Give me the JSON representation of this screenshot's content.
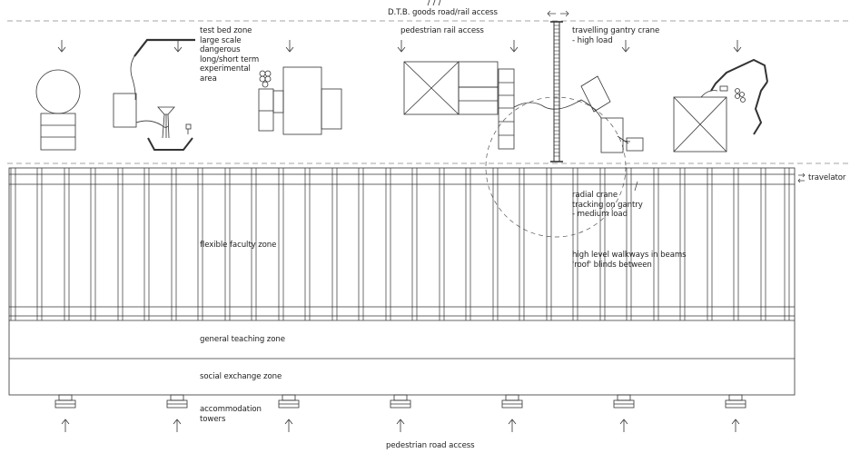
{
  "labels": {
    "dtb_access": "D.T.B. goods road/rail access",
    "test_bed": "test bed zone\nlarge scale\ndangerous\nlong/short term\nexperimental\narea",
    "pedestrian_rail": "pedestrian rail access",
    "gantry_crane": "travelling gantry crane\n- high load",
    "travelator": "travelator",
    "radial_crane": "radial crane\ntracking on gantry\n- medium load",
    "flexible_faculty": "flexible faculty zone",
    "walkways": "high level walkways in beams\n'roof' blinds between",
    "general_teaching": "general teaching zone",
    "social_exchange": "social exchange zone",
    "accommodation": "accommodation\ntowers",
    "pedestrian_road": "pedestrian road access"
  },
  "colors": {
    "line": "#333333",
    "dash": "#888888"
  }
}
